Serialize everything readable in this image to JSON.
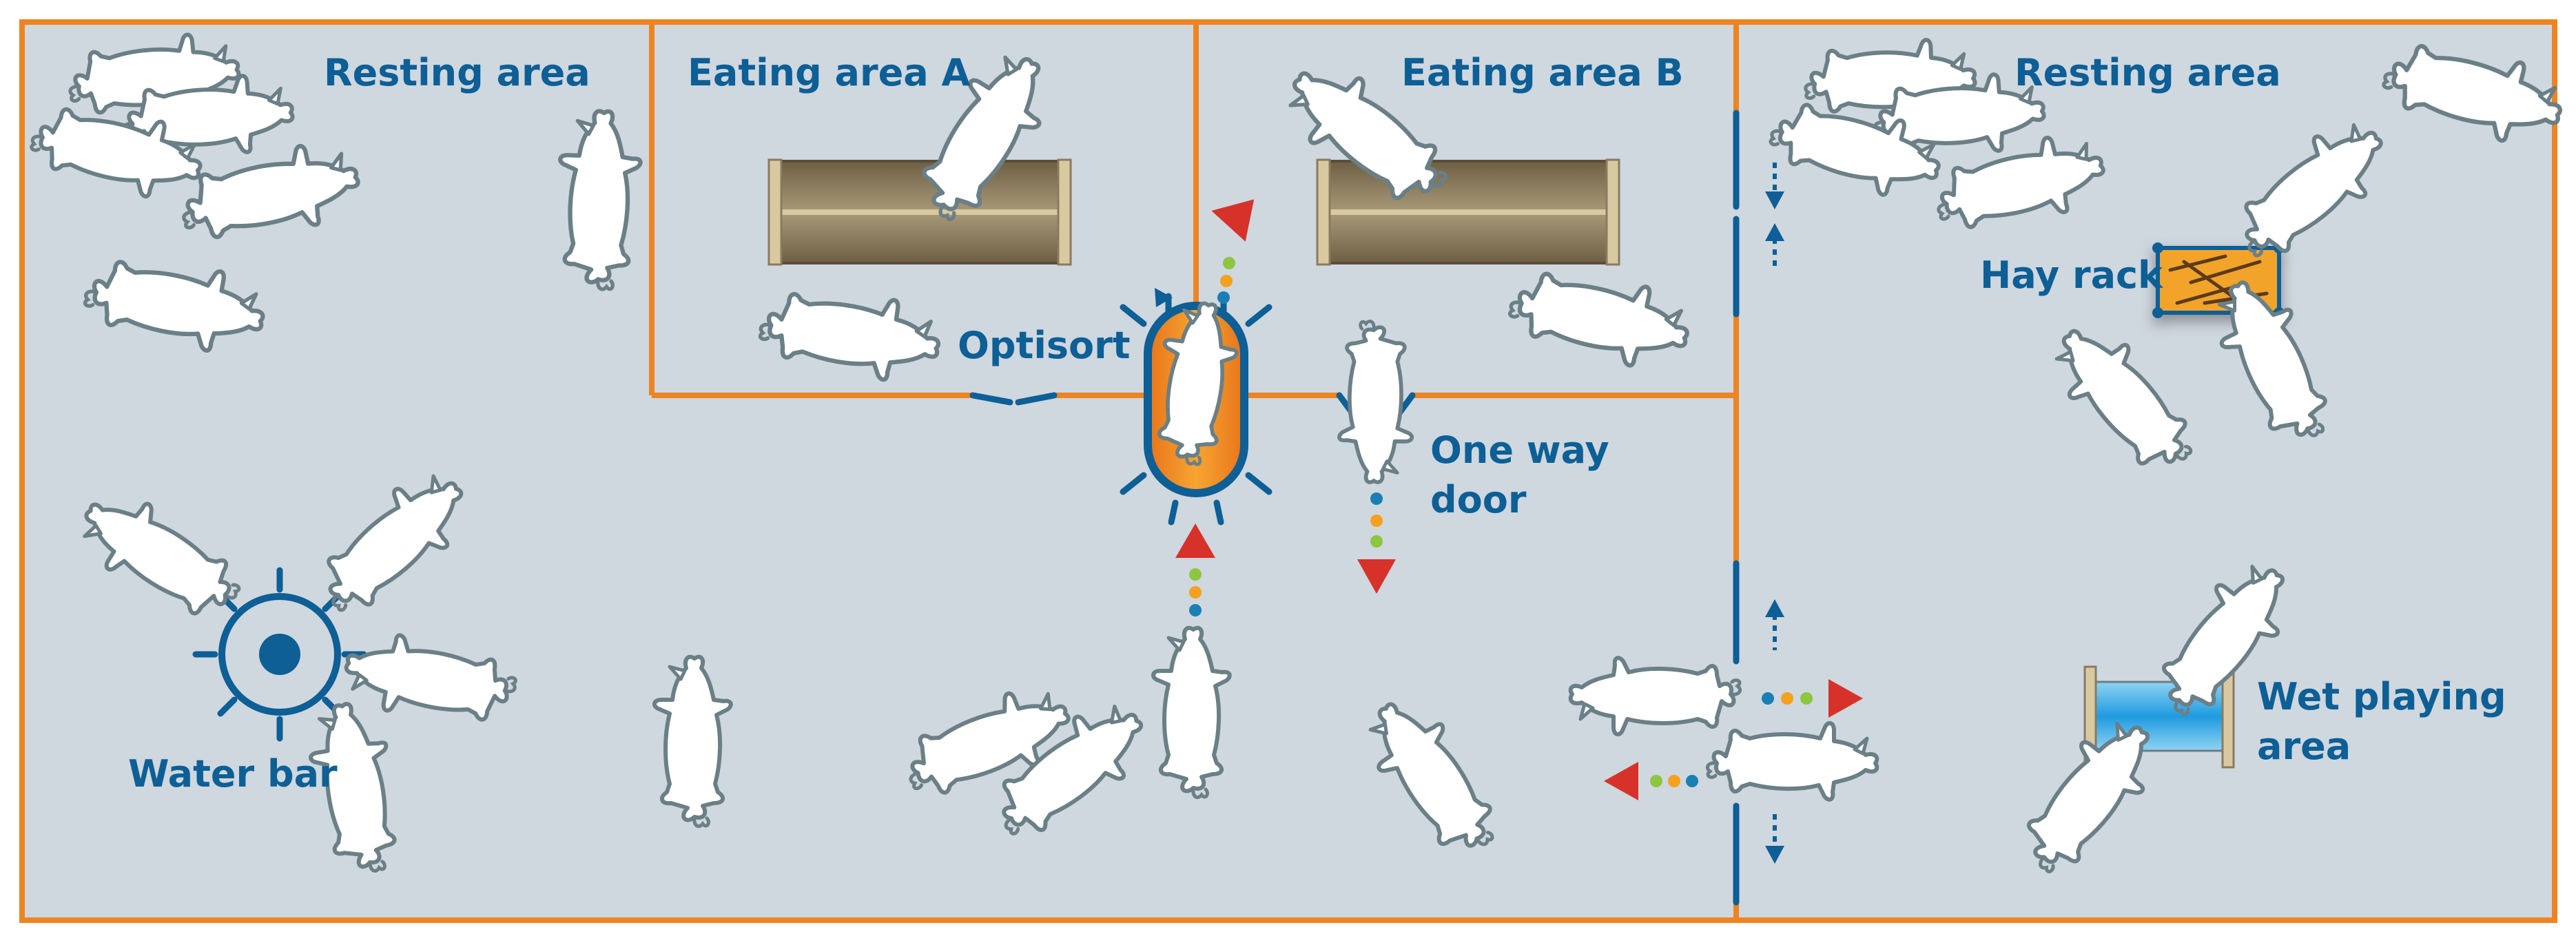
{
  "labels": {
    "resting_left": "Resting area",
    "eating_a": "Eating area A",
    "eating_b": "Eating area B",
    "resting_right": "Resting area",
    "optisort": "Optisort",
    "one_way_door_line1": "One way",
    "one_way_door_line2": "door",
    "hay_rack": "Hay rack",
    "water_bar": "Water bar",
    "wet_playing_line1": "Wet playing",
    "wet_playing_line2": "area"
  },
  "colors": {
    "floor": "#cfd7df",
    "wall": "#ee8421",
    "label": "#0d5f96",
    "pig_fill": "#ffffff",
    "pig_outline": "#6b7f86",
    "arrow_red": "#d7322a",
    "dot_green": "#8dc63f",
    "dot_orange": "#f4a11d",
    "dot_blue": "#1a7fb5",
    "trough": "#8a7a60",
    "trough_frame": "#d9c9a0",
    "hay": "#f2a32a",
    "water": "#2fa8e0",
    "door_blue": "#0d5f96",
    "optisort_orange": "#f08a1c"
  },
  "icons": {
    "pig": "pig-icon",
    "water_bar": "water-bar-icon",
    "hay_rack": "hay-rack-icon",
    "trough": "trough-icon",
    "optisort": "optisort-station-icon",
    "arrow": "arrow-icon",
    "water_tank": "water-tank-icon"
  }
}
